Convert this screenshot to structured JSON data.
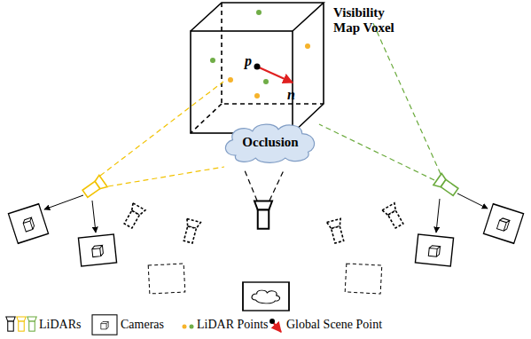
{
  "diagram": {
    "nodes": [
      {
        "text": [
          "Occlusion"
        ]
      }
    ],
    "labels": [
      "Visibility Map Voxel",
      "p",
      "n"
    ],
    "legend": [
      {
        "text": "LiDARs"
      },
      {
        "text": "Cameras"
      },
      {
        "text": "LiDAR Points"
      },
      {
        "text": "Global Scene Point"
      }
    ]
  }
}
